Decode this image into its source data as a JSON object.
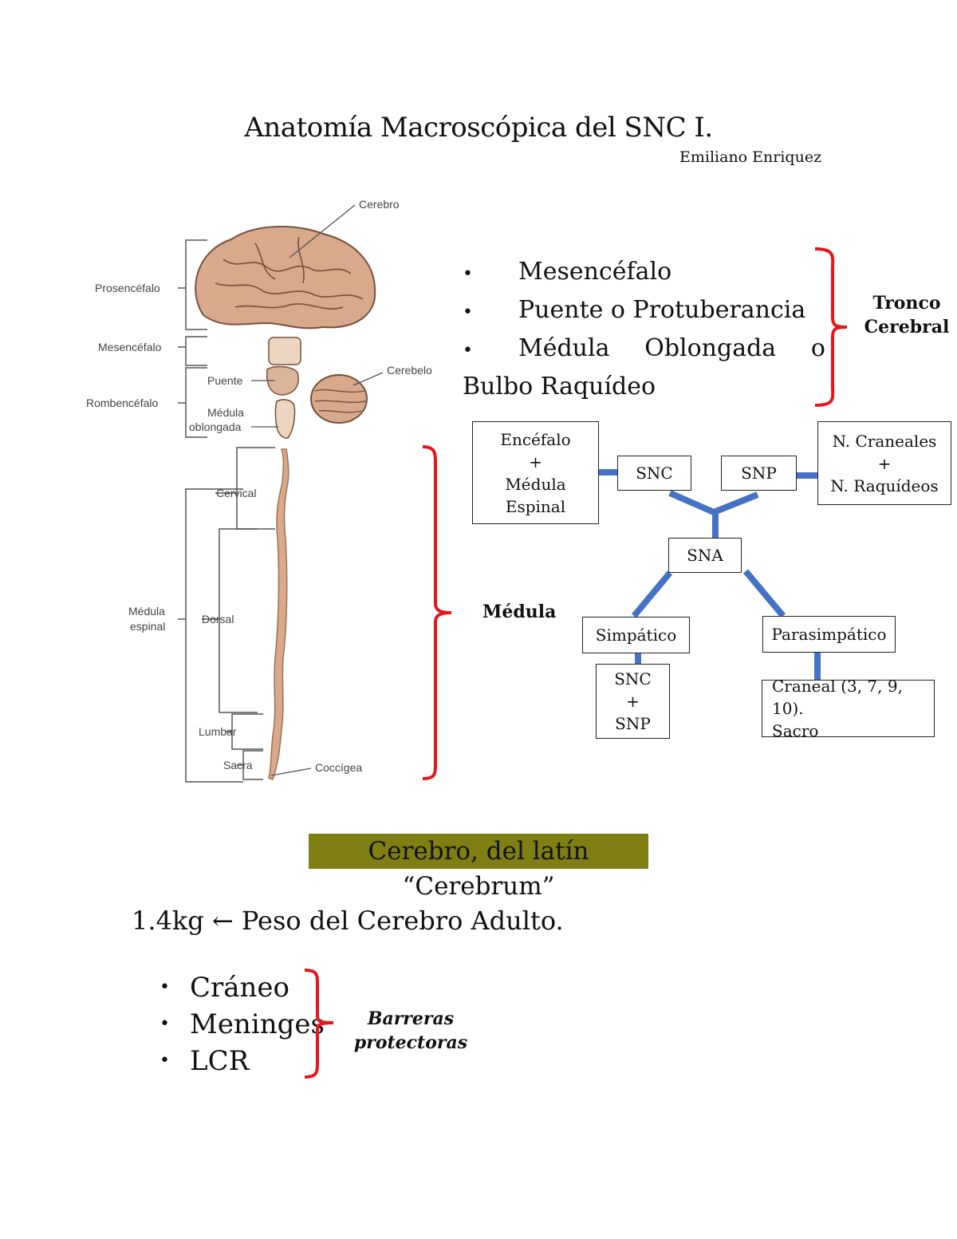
{
  "header": {
    "title": "Anatomía Macroscópica del SNC I.",
    "author": "Emiliano Enriquez"
  },
  "anatomy_figure": {
    "labels": {
      "cerebro": "Cerebro",
      "prosencefalo": "Prosencéfalo",
      "mesencefalo": "Mesencéfalo",
      "puente": "Puente",
      "cerebelo": "Cerebelo",
      "rombencefalo": "Rombencéfalo",
      "medula_oblongada_1": "Médula",
      "medula_oblongada_2": "oblongada",
      "cervical": "Cervical",
      "medula_espinal_1": "Médula",
      "medula_espinal_2": "espinal",
      "dorsal": "Dorsal",
      "lumbar": "Lumbar",
      "sacra": "Sacra",
      "coccigea": "Coccígea"
    }
  },
  "brainstem_list": {
    "items": [
      "Mesencéfalo",
      "Puente o Protuberancia",
      "Médula Oblongada o Bulbo Raquídeo"
    ],
    "line3_parts": [
      "Médula",
      "Oblongada",
      "o"
    ],
    "line4": "Bulbo Raquídeo",
    "bullet": "•",
    "bracket_label_1": "Tronco",
    "bracket_label_2": "Cerebral"
  },
  "medula_label": "Médula",
  "diagram": {
    "encefalo": [
      "Encéfalo",
      "+",
      "Médula",
      "Espinal"
    ],
    "snc": "SNC",
    "snp": "SNP",
    "nervios": [
      "N. Craneales",
      "+",
      "N. Raquídeos"
    ],
    "sna": "SNA",
    "simpatico": "Simpático",
    "parasimpatico": "Parasimpático",
    "snc_snp": [
      "SNC",
      "+",
      "SNP"
    ],
    "craneal": [
      "Craneal (3, 7, 9, 10).",
      "Sacro"
    ]
  },
  "highlight": "Cerebro, del latín “Cerebrum”",
  "weight_line": "1.4kg ← Peso del Cerebro Adulto.",
  "barriers": {
    "items": [
      "Cráneo",
      "Meninges",
      "LCR"
    ],
    "bullet": "•",
    "label_1": "Barreras",
    "label_2": "protectoras"
  },
  "colors": {
    "bracket_red": "#e8141a",
    "connector_blue": "#4472c4",
    "highlight_olive": "#7f7f14",
    "brain_tan": "#d8a98a"
  }
}
